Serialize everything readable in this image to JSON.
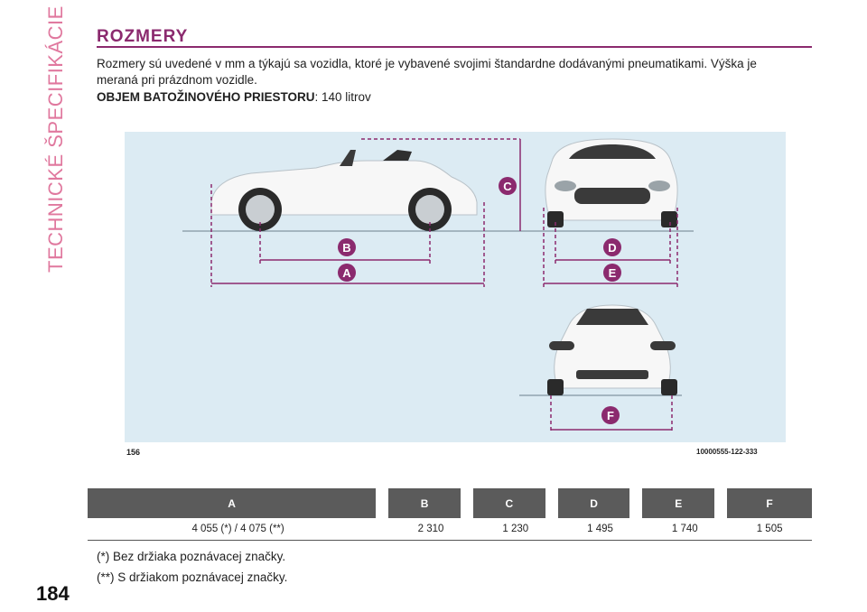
{
  "side_title": "TECHNICKÉ ŠPECIFIKÁCIE",
  "page_number": "184",
  "heading": "ROZMERY",
  "intro": "Rozmery sú uvedené v mm a týkajú sa vozidla, ktoré je vybavené svojimi štandardne dodávanými pneumatikami. Výška je meraná pri prázdnom vozidle.",
  "trunk": {
    "label": "OBJEM BATOŽINOVÉHO PRIESTORU",
    "value": ": 140 litrov"
  },
  "figure": {
    "number": "156",
    "code": "10000555-122-333",
    "labels": {
      "a": "A",
      "b": "B",
      "c": "C",
      "d": "D",
      "e": "E",
      "f": "F"
    },
    "colors": {
      "background": "#dcebf3",
      "dimension": "#8b2a6e",
      "car": "#f7f7f7"
    }
  },
  "table": {
    "headers": [
      "A",
      "B",
      "C",
      "D",
      "E",
      "F"
    ],
    "values": [
      "4 055 (*) / 4 075 (**)",
      "2 310",
      "1 230",
      "1 495",
      "1 740",
      "1 505"
    ]
  },
  "notes": [
    "(*) Bez držiaka poznávacej značky.",
    "(**) S držiakom poznávacej značky."
  ]
}
